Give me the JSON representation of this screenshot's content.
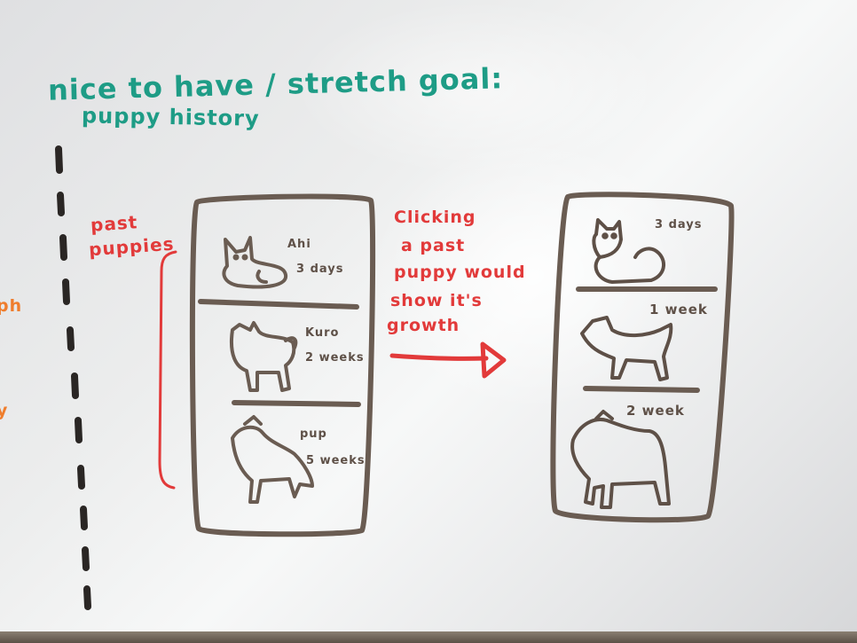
{
  "board": {
    "title_line1": "nice to have / stretch goal:",
    "title_line2": "puppy history",
    "past_label_line1": "past",
    "past_label_line2": "puppies",
    "note_lines": [
      "Clicking",
      "a past",
      "puppy would",
      "show it's",
      "growth"
    ],
    "edge_text_1": "ph",
    "edge_text_2": "y"
  },
  "left_panel": {
    "entries": [
      {
        "name": "Ahi",
        "age": "3 days"
      },
      {
        "name": "Kuro",
        "age": "2 weeks"
      },
      {
        "name": "pup",
        "age": "5 weeks"
      }
    ]
  },
  "right_panel": {
    "entries": [
      {
        "age": "3 days"
      },
      {
        "age": "1 week"
      },
      {
        "age": "2 week"
      }
    ]
  },
  "colors": {
    "teal_marker": "#1e9c86",
    "red_marker": "#e23a3a",
    "brown_marker": "#5e5047",
    "black_marker": "#2a2624",
    "orange_marker": "#ef7d2d"
  },
  "icons": [
    "cat-doodle",
    "dog-doodle",
    "arrow-right"
  ]
}
